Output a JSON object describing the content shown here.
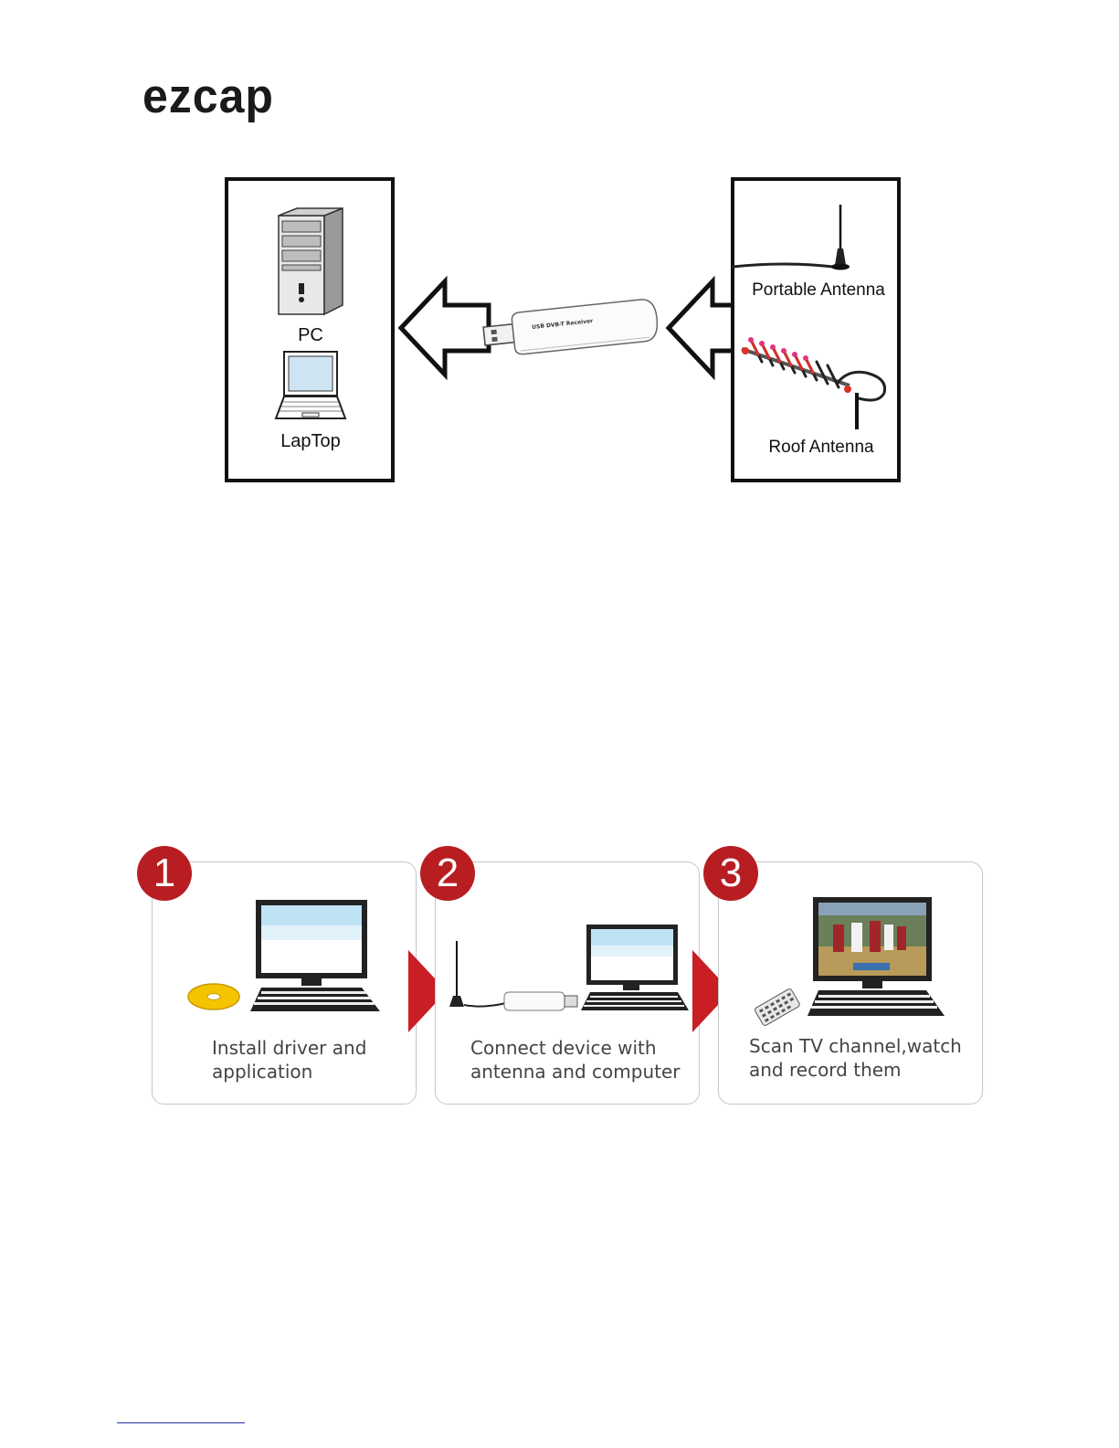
{
  "brand": {
    "logo_text": "ezcap"
  },
  "connection_diagram": {
    "left_box": {
      "pc_label": "PC",
      "laptop_label": "LapTop"
    },
    "center": {
      "device_label": "USB DVB-T Receiver"
    },
    "right_box": {
      "portable_label": "Portable Antenna",
      "roof_label": "Roof Antenna"
    }
  },
  "steps": [
    {
      "number": "1",
      "caption": "Install driver and\napplication"
    },
    {
      "number": "2",
      "caption": "Connect device with\nantenna and computer"
    },
    {
      "number": "3",
      "caption": "Scan TV channel,watch\nand record them"
    }
  ],
  "colors": {
    "step_badge": "#b81d22",
    "arrow": "#c81e24",
    "cd": "#f5c400"
  }
}
